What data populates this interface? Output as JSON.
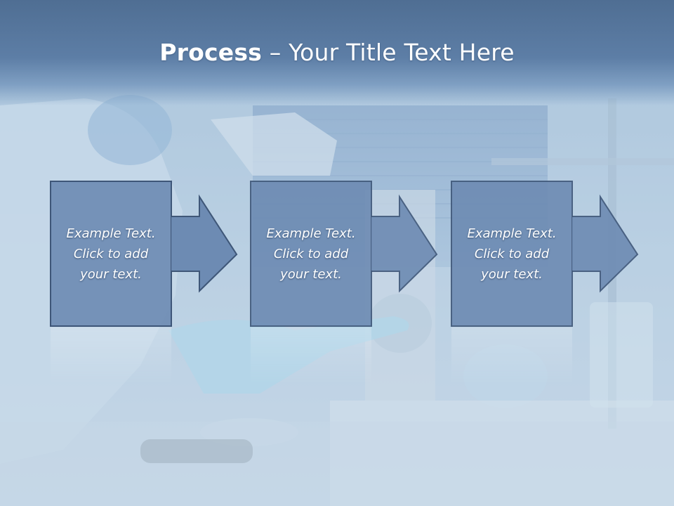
{
  "slide": {
    "title_bold": "Process",
    "title_rest": " – Your Title Text Here"
  },
  "process": {
    "steps": [
      {
        "label": "Example Text.\nClick  to add\nyour text."
      },
      {
        "label": "Example Text.\nClick  to add\nyour text."
      },
      {
        "label": "Example Text.\nClick  to add\nyour text."
      }
    ]
  },
  "colors": {
    "title_band": "#5d7ea6",
    "box_fill": "#6d8bb3",
    "box_stroke": "#3e5678",
    "text": "#ffffff"
  }
}
